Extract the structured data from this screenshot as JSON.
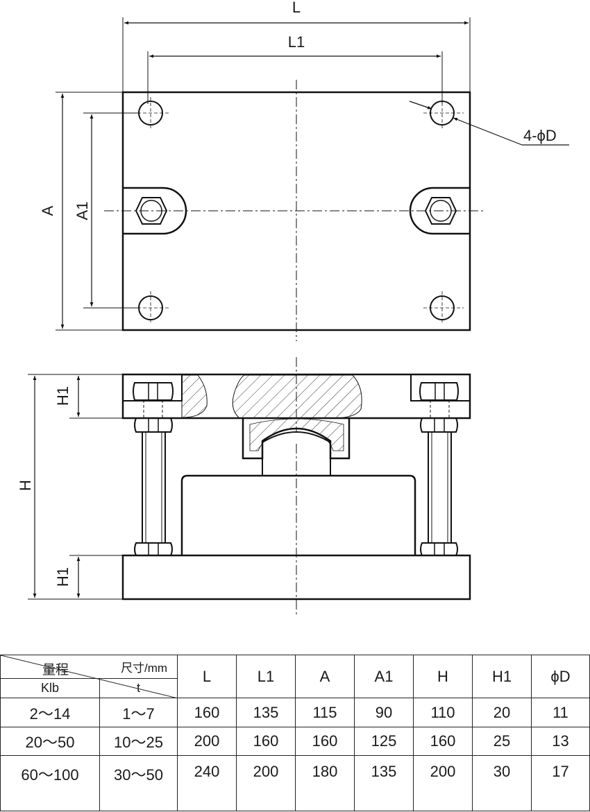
{
  "drawing": {
    "top_view": {
      "dim_overall_length": "L",
      "dim_hole_spacing_length": "L1",
      "dim_overall_width": "A",
      "dim_hole_spacing_width": "A1",
      "hole_callout": "4-ϕD"
    },
    "side_view": {
      "dim_total_height": "H",
      "dim_upper_plate_thickness": "H1",
      "dim_lower_plate_thickness": "H1"
    }
  },
  "table": {
    "capacity_label": "量程",
    "dimension_label": "尺寸/mm",
    "unit_klb": "Klb",
    "unit_t": "t",
    "columns": [
      "L",
      "L1",
      "A",
      "A1",
      "H",
      "H1",
      "ϕD"
    ],
    "rows": [
      [
        "2～14",
        "1～7",
        "160",
        "135",
        "115",
        "90",
        "110",
        "20",
        "11"
      ],
      [
        "20～50",
        "10～25",
        "200",
        "160",
        "160",
        "125",
        "160",
        "25",
        "13"
      ],
      [
        "60～100",
        "30～50",
        "240",
        "200",
        "180",
        "135",
        "200",
        "30",
        "17"
      ]
    ]
  }
}
